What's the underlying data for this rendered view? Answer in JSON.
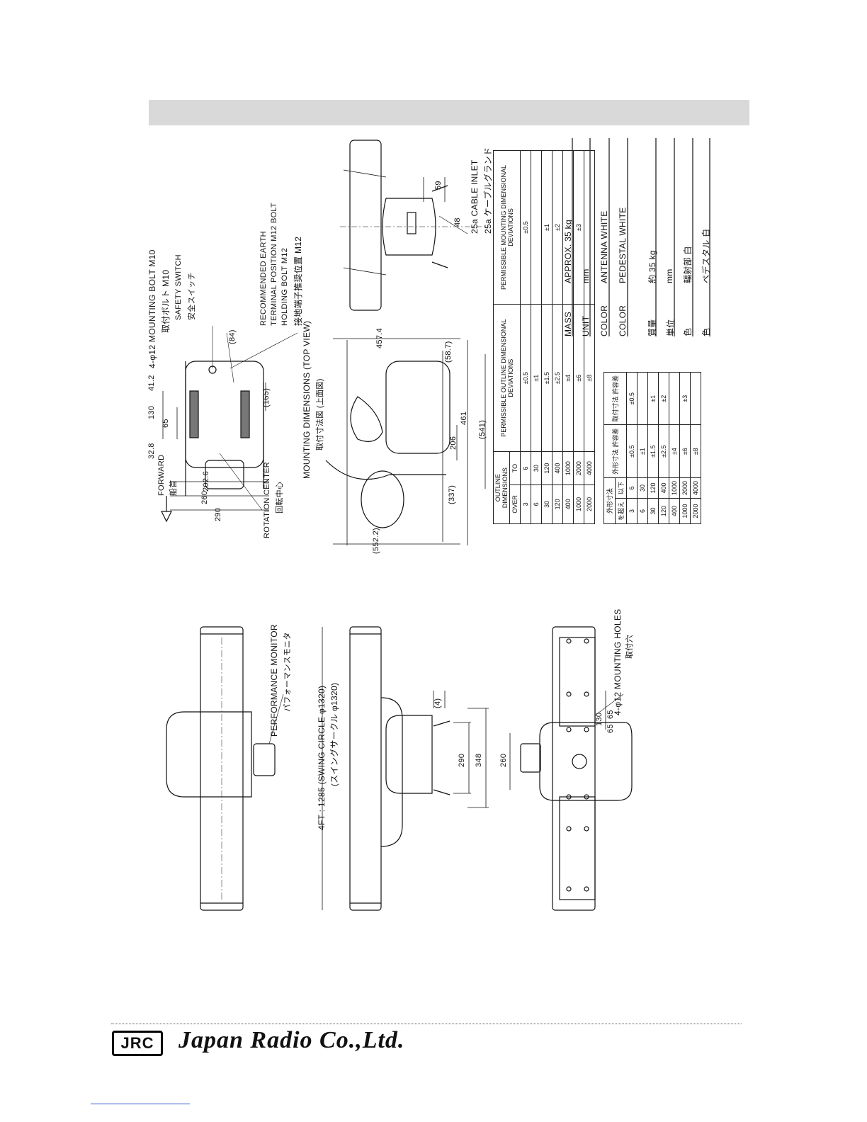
{
  "header": {
    "title": ""
  },
  "top_view": {
    "forward": "FORWARD",
    "forward_ja": "船首",
    "dim_290": "290",
    "dim_260": "260",
    "dim_202_6": "202.6",
    "dim_32_8": "32.8",
    "dim_65": "65",
    "dim_130": "130",
    "dim_41_2": "41.2",
    "dim_165": "(165)",
    "dim_84": "(84)",
    "rotation_center": "ROTATION CENTER",
    "rotation_center_ja": "回転中心",
    "mounting_bolt": "4-φ12 MOUNTING BOLT M10",
    "mounting_bolt_ja": "取付ボルト M10",
    "safety_switch": "SAFETY SWITCH",
    "safety_switch_ja": "安全スイッチ",
    "earth_1": "RECOMMENDED EARTH",
    "earth_2": "TERMINAL POSITION M12 BOLT",
    "earth_3": "HOLDING BOLT M12",
    "earth_ja": "接地端子推奨位置 M12",
    "caption": "MOUNTING DIMENSIONS (TOP VIEW)",
    "caption_ja": "取付寸法図 (上面図)"
  },
  "side_view": {
    "dim_457_4": "457.4",
    "dim_58_7": "(58.7)",
    "dim_206": "206",
    "dim_461": "461",
    "dim_541": "(541)",
    "dim_337": "(337)",
    "dim_552_2": "(552.2)"
  },
  "end_view": {
    "dim_59": "59",
    "dim_48": "48",
    "cable_inlet": "25a CABLE INLET",
    "cable_inlet_ja": "25a ケーブルグランド"
  },
  "tolerance_table_en": {
    "col1": "OUTLINE DIMENSIONS",
    "col2": "PERMISSIBLE OUTLINE DIMENSIONAL DEVIATIONS",
    "col3": "PERMISSIBLE MOUNTING DIMENSIONAL DEVIATIONS",
    "sub_over": "OVER",
    "sub_to": "TO",
    "rows": [
      {
        "over": "3",
        "to": "6",
        "outline": "±0.5",
        "mounting": "±0.5"
      },
      {
        "over": "6",
        "to": "30",
        "outline": "±1",
        "mounting": ""
      },
      {
        "over": "30",
        "to": "120",
        "outline": "±1.5",
        "mounting": "±1"
      },
      {
        "over": "120",
        "to": "400",
        "outline": "±2.5",
        "mounting": "±2"
      },
      {
        "over": "400",
        "to": "1000",
        "outline": "±4",
        "mounting": ""
      },
      {
        "over": "1000",
        "to": "2000",
        "outline": "±6",
        "mounting": "±3"
      },
      {
        "over": "2000",
        "to": "4000",
        "outline": "±8",
        "mounting": ""
      }
    ]
  },
  "tolerance_table_ja": {
    "col1": "外形寸法",
    "col2": "外形寸法 許容差",
    "col3": "取付寸法 許容差",
    "sub_over": "を超え",
    "sub_to": "以下",
    "rows": [
      {
        "over": "3",
        "to": "6",
        "outline": "±0.5",
        "mounting": "±0.5"
      },
      {
        "over": "6",
        "to": "30",
        "outline": "±1",
        "mounting": ""
      },
      {
        "over": "30",
        "to": "120",
        "outline": "±1.5",
        "mounting": "±1"
      },
      {
        "over": "120",
        "to": "400",
        "outline": "±2.5",
        "mounting": "±2"
      },
      {
        "over": "400",
        "to": "1000",
        "outline": "±4",
        "mounting": ""
      },
      {
        "over": "1000",
        "to": "2000",
        "outline": "±6",
        "mounting": "±3"
      },
      {
        "over": "2000",
        "to": "4000",
        "outline": "±8",
        "mounting": ""
      }
    ]
  },
  "specs": {
    "mass_label": "MASS",
    "mass_value": "APPROX. 35 kg",
    "unit_label": "UNIT",
    "unit_value": "mm",
    "color1_label": "COLOR",
    "color1_value": "ANTENNA WHITE",
    "color2_label": "COLOR",
    "color2_value": "PEDESTAL WHITE",
    "mass_ja_label": "質量",
    "mass_ja_value": "約 35 kg",
    "unit_ja_label": "単位",
    "unit_ja_value": "mm",
    "color1_ja_label": "色",
    "color1_ja_value": "輻射部 白",
    "color2_ja_label": "色",
    "color2_ja_value": "ペデスタル 白"
  },
  "lower_views": {
    "perf_monitor": "PERFORMANCE MONITOR",
    "perf_monitor_ja": "パフォーマンスモニタ",
    "swing_circle": "4FT : 1285 (SWING CIRCLE φ1320)",
    "swing_circle_ja": "(スイングサークル φ1320)",
    "dim_4": "(4)",
    "dim_290": "290",
    "dim_348": "348",
    "dim_260": "260",
    "dim_130": "130",
    "dim_65a": "65",
    "dim_65b": "65",
    "mounting_holes": "4-φ12 MOUNTING HOLES",
    "mounting_holes_ja": "取付穴"
  },
  "footer": {
    "logo": "JRC",
    "company": "Japan Radio Co.,Ltd."
  }
}
